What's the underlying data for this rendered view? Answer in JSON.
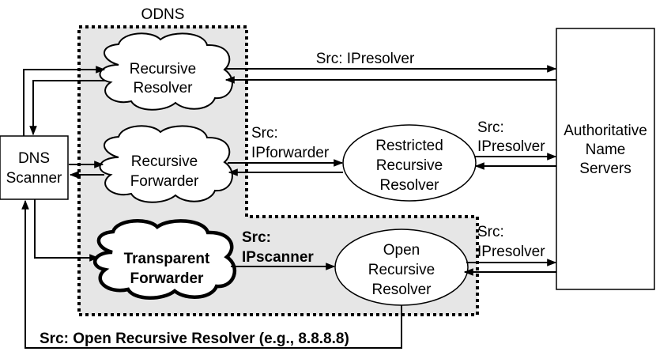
{
  "odns_label": "ODNS",
  "scanner": {
    "line1": "DNS",
    "line2": "Scanner"
  },
  "authoritative": {
    "line1": "Authoritative",
    "line2": "Name",
    "line3": "Servers"
  },
  "recursive_resolver": {
    "line1": "Recursive",
    "line2": "Resolver"
  },
  "recursive_forwarder": {
    "line1": "Recursive",
    "line2": "Forwarder"
  },
  "transparent_forwarder": {
    "line1": "Transparent",
    "line2": "Forwarder"
  },
  "restricted_resolver": {
    "line1": "Restricted",
    "line2": "Recursive",
    "line3": "Resolver"
  },
  "open_resolver": {
    "line1": "Open",
    "line2": "Recursive",
    "line3": "Resolver"
  },
  "labels": {
    "src_ipresolver_top": "Src: IPresolver",
    "src_ipforwarder_1": "Src:",
    "src_ipforwarder_2": "IPforwarder",
    "src_ipresolver_mid_1": "Src:",
    "src_ipresolver_mid_2": "IPresolver",
    "src_ipscanner_1": "Src:",
    "src_ipscanner_2": "IPscanner",
    "src_ipresolver_bot_1": "Src:",
    "src_ipresolver_bot_2": "IPresolver",
    "src_open_resolver": "Src: Open Recursive Resolver (e.g., 8.8.8.8)"
  },
  "colors": {
    "odns_fill": "#e6e6e6",
    "stroke": "#000000"
  }
}
